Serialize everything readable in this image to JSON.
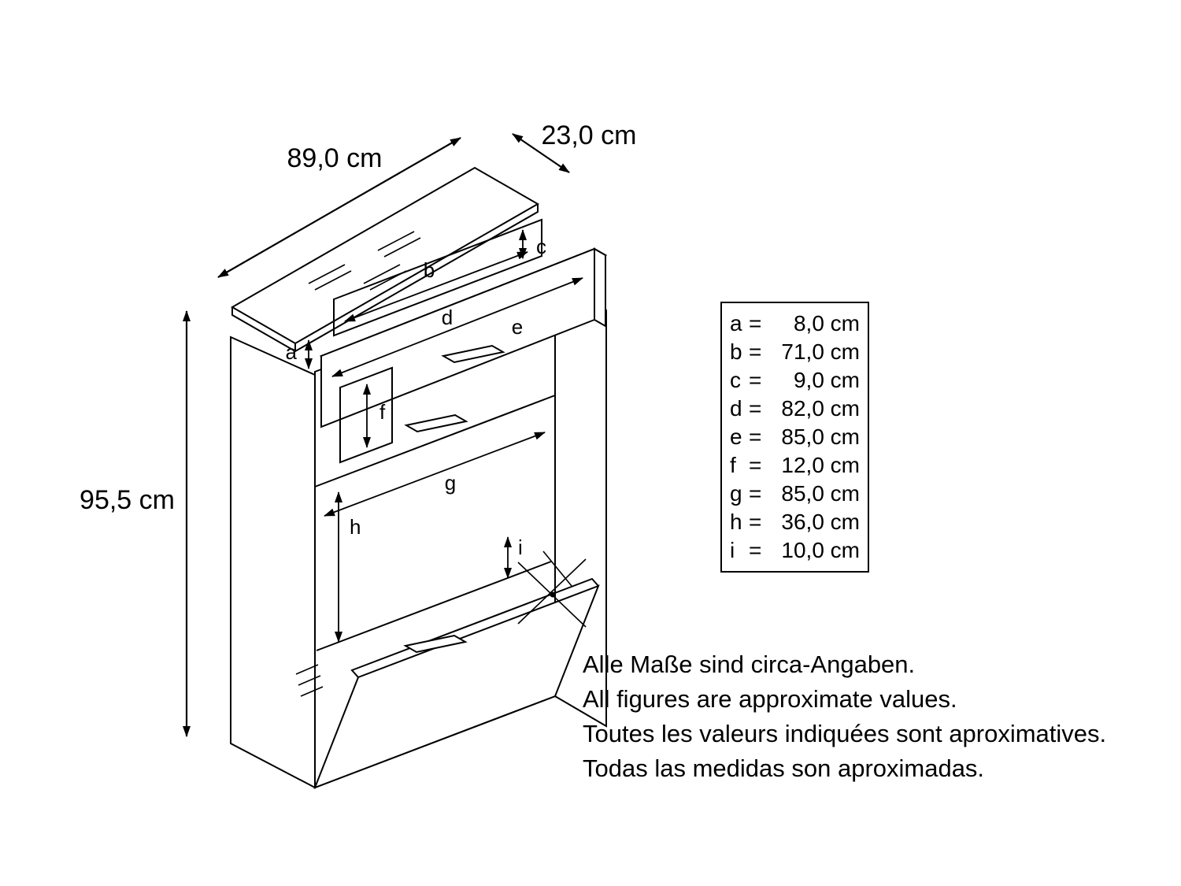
{
  "diagram": {
    "dimensions": {
      "width": "89,0 cm",
      "depth": "23,0 cm",
      "height": "95,5 cm"
    },
    "part_labels": {
      "a": "a",
      "b": "b",
      "c": "c",
      "d": "d",
      "e": "e",
      "f": "f",
      "g": "g",
      "h": "h",
      "i": "i"
    }
  },
  "legend": {
    "eq_sign": "=",
    "rows": [
      {
        "key": "a",
        "value": "8,0 cm"
      },
      {
        "key": "b",
        "value": "71,0 cm"
      },
      {
        "key": "c",
        "value": "9,0 cm"
      },
      {
        "key": "d",
        "value": "82,0 cm"
      },
      {
        "key": "e",
        "value": "85,0 cm"
      },
      {
        "key": "f",
        "value": "12,0 cm"
      },
      {
        "key": "g",
        "value": "85,0 cm"
      },
      {
        "key": "h",
        "value": "36,0 cm"
      },
      {
        "key": "i",
        "value": "10,0 cm"
      }
    ]
  },
  "notes": {
    "lines": [
      "Alle Maße sind circa-Angaben.",
      "All figures are approximate values.",
      "Toutes les valeurs indiquées sont aproximatives.",
      "Todas las medidas son aproximadas."
    ]
  },
  "colors": {
    "line": "#000000",
    "background": "#ffffff"
  }
}
